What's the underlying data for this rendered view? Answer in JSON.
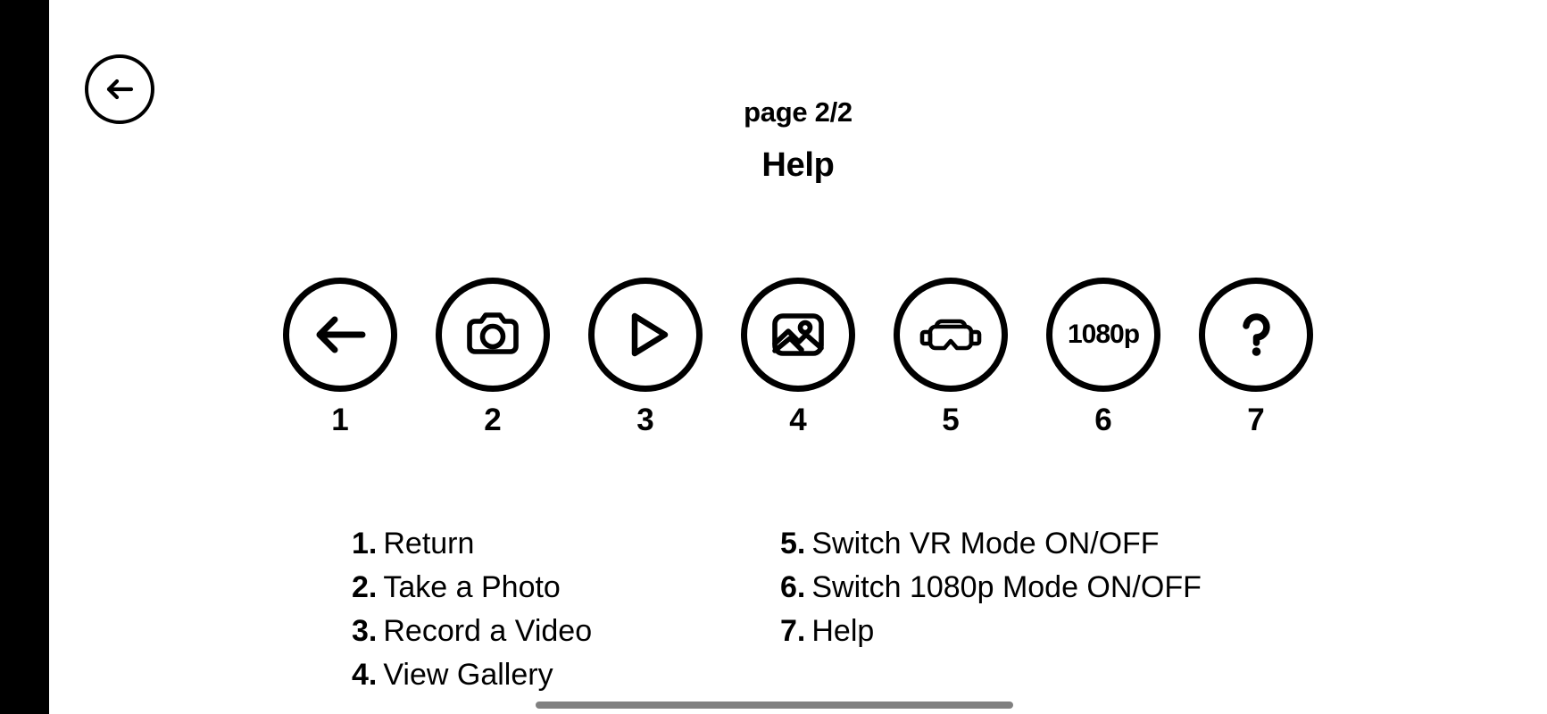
{
  "header": {
    "page_indicator": "page 2/2",
    "title": "Help"
  },
  "back_button": {
    "name": "back-arrow-icon"
  },
  "icons": [
    {
      "number": "1",
      "icon": "back-arrow-icon",
      "label": ""
    },
    {
      "number": "2",
      "icon": "camera-icon",
      "label": ""
    },
    {
      "number": "3",
      "icon": "play-icon",
      "label": ""
    },
    {
      "number": "4",
      "icon": "gallery-image-icon",
      "label": ""
    },
    {
      "number": "5",
      "icon": "vr-headset-icon",
      "label": ""
    },
    {
      "number": "6",
      "icon": "resolution-text-icon",
      "label": "1080p"
    },
    {
      "number": "7",
      "icon": "question-mark-icon",
      "label": "?"
    }
  ],
  "legend": {
    "left": [
      {
        "num": "1.",
        "text": "Return"
      },
      {
        "num": "2.",
        "text": "Take a Photo"
      },
      {
        "num": "3.",
        "text": "Record a Video"
      },
      {
        "num": "4.",
        "text": "View Gallery"
      }
    ],
    "right": [
      {
        "num": "5.",
        "text": "Switch VR Mode ON/OFF"
      },
      {
        "num": "6.",
        "text": "Switch 1080p Mode ON/OFF"
      },
      {
        "num": "7.",
        "text": "Help"
      }
    ]
  },
  "colors": {
    "background": "#ffffff",
    "foreground": "#000000",
    "bezel": "#000000",
    "home_indicator": "#808080"
  }
}
